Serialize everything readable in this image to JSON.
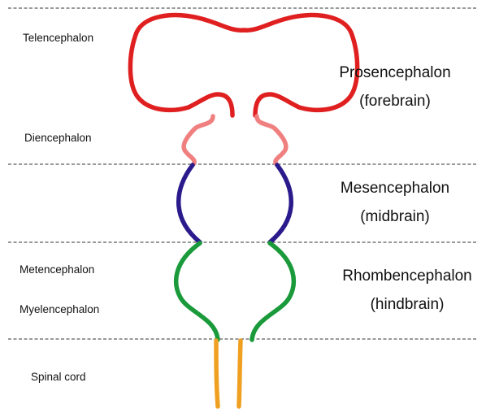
{
  "diagram": {
    "left_labels": {
      "telencephalon": "Telencephalon",
      "diencephalon": "Diencephalon",
      "metencephalon": "Metencephalon",
      "myelencephalon": "Myelencephalon",
      "spinal_cord": "Spinal cord"
    },
    "right_labels": {
      "prosencephalon": "Prosencephalon",
      "prosencephalon_common": "(forebrain)",
      "mesencephalon": "Mesencephalon",
      "mesencephalon_common": "(midbrain)",
      "rhombencephalon": "Rhombencephalon",
      "rhombencephalon_common": "(hindbrain)"
    },
    "colors": {
      "telencephalon": "#e02020",
      "diencephalon": "#f08080",
      "mesencephalon": "#2a1a8c",
      "rhombencephalon": "#1a9a3a",
      "spinal_cord": "#f0a020",
      "divider": "#333333"
    }
  }
}
